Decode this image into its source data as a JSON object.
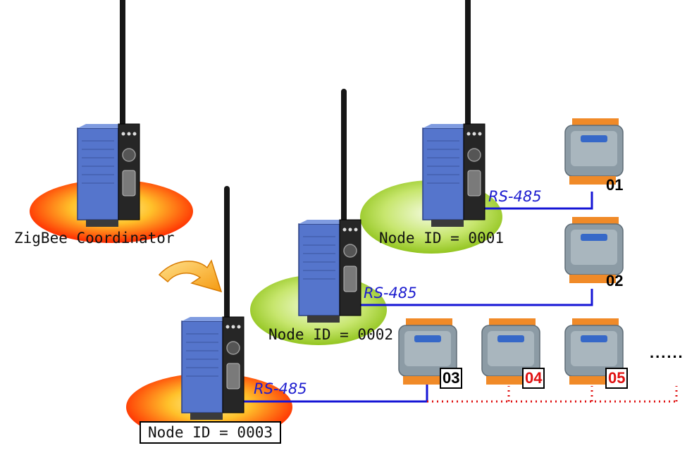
{
  "nodes": {
    "coordinator": "ZigBee Coordinator",
    "node1": "Node ID = 0001",
    "node2": "Node ID = 0002",
    "node3": "Node ID = 0003"
  },
  "bus_label": "RS-485",
  "modules": [
    "01",
    "02",
    "03",
    "04",
    "05"
  ],
  "ellipsis": "......",
  "colors": {
    "coordinator_glow": "#ff3a00",
    "node_glow": "#a6d42a",
    "rs485_line": "#1515d6",
    "extension_line": "#e01010",
    "device_body": "#4e70c8",
    "module_body": "#8a9aa4",
    "module_terminal": "#f08a28",
    "antenna": "#151515"
  },
  "icons": [
    "zigbee-device-icon",
    "io-module-icon",
    "curved-arrow-icon"
  ]
}
